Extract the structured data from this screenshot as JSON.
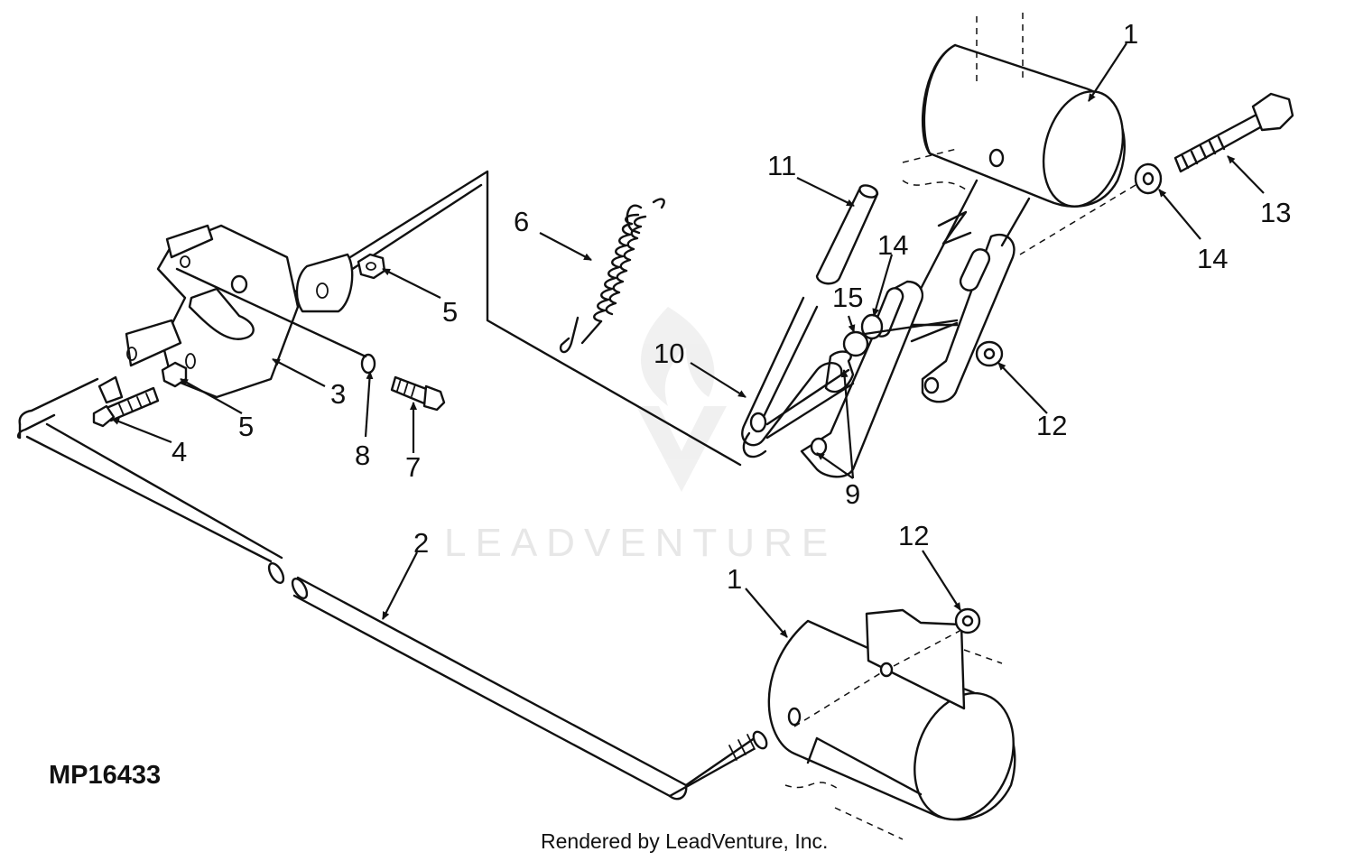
{
  "figure_id": "MP16433",
  "credit": "Rendered by LeadVenture, Inc.",
  "watermark": "LEADVENTURE",
  "callouts": {
    "c1_top": "1",
    "c13": "13",
    "c14_right": "14",
    "c11": "11",
    "c14_mid": "14",
    "c15": "15",
    "c6": "6",
    "c10": "10",
    "c12_right": "12",
    "c9": "9",
    "c5_top": "5",
    "c3": "3",
    "c5_mid": "5",
    "c4": "4",
    "c8": "8",
    "c7": "7",
    "c2": "2",
    "c12_bottom": "12",
    "c1_bottom": "1"
  }
}
